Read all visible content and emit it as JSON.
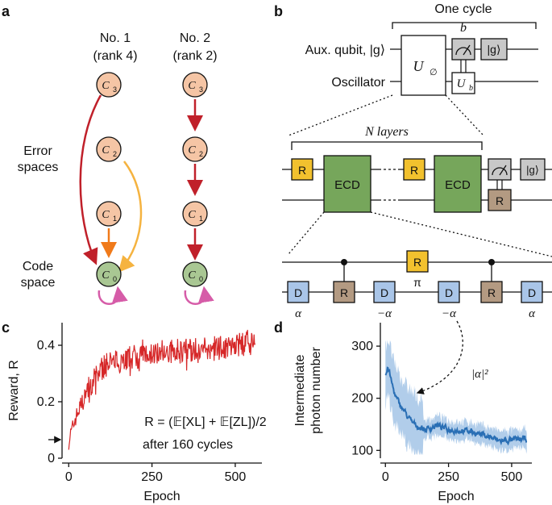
{
  "panels": {
    "a": {
      "label": "a",
      "col1_title": "No. 1",
      "col1_rank": "(rank 4)",
      "col2_title": "No. 2",
      "col2_rank": "(rank 2)",
      "error_label_1": "Error",
      "error_label_2": "spaces",
      "code_label_1": "Code",
      "code_label_2": "space",
      "nodes": [
        "C3",
        "C2",
        "C1",
        "C0"
      ],
      "colors": {
        "error_node": "#f5c5a5",
        "code_node": "#a9c793",
        "red_arrow": "#c0202a",
        "orange_arrow": "#f07a1a",
        "yellow_arrow": "#f5b340",
        "loop_arrow": "#d65ca8"
      }
    },
    "b": {
      "label": "b",
      "one_cycle": "One cycle",
      "aux_qubit": "Aux. qubit, |g⟩",
      "oscillator": "Oscillator",
      "u_theta": "U∅",
      "b_label": "b",
      "u_b": "Ub",
      "g_ket": "|g⟩",
      "n_layers": "N layers",
      "r_label": "R",
      "ecd_label": "ECD",
      "d_label": "D",
      "pi_label": "π",
      "alpha": "α",
      "neg_alpha": "−α",
      "colors": {
        "r_yellow": "#f2c12e",
        "ecd_green": "#76a65b",
        "d_blue": "#a9c5e8",
        "r_brown": "#b39a82",
        "measure_gray": "#c8c8c8"
      }
    },
    "c": {
      "label": "c",
      "formula": "R = (𝔼[XL] + 𝔼[ZL])/2",
      "after": "after 160 cycles"
    },
    "d": {
      "label": "d",
      "alpha_sq": "|α|²"
    }
  },
  "chart_data": [
    {
      "type": "line",
      "panel": "c",
      "xlabel": "Epoch",
      "ylabel": "Reward, R",
      "xlim": [
        -20,
        580
      ],
      "ylim": [
        0,
        0.48
      ],
      "xticks": [
        "0",
        "250",
        "500"
      ],
      "yticks": [
        "0",
        "0.2",
        "0.4"
      ],
      "color": "#d62728",
      "trend_x": [
        0,
        20,
        40,
        60,
        80,
        100,
        130,
        160,
        200,
        250,
        300,
        350,
        400,
        450,
        500,
        560
      ],
      "trend_y": [
        0.06,
        0.14,
        0.2,
        0.25,
        0.29,
        0.32,
        0.34,
        0.35,
        0.36,
        0.37,
        0.375,
        0.38,
        0.385,
        0.39,
        0.4,
        0.41
      ],
      "series": [
        {
          "values_description_points": 560
        }
      ]
    },
    {
      "type": "line",
      "panel": "d",
      "xlabel": "Epoch",
      "ylabel_1": "Intermediate",
      "ylabel_2": "photon number",
      "xlim": [
        -20,
        580
      ],
      "ylim": [
        85,
        345
      ],
      "xticks": [
        "0",
        "250",
        "500"
      ],
      "yticks": [
        "100",
        "200",
        "300"
      ],
      "color": "#2a6fb5",
      "band_color": "#a8c8e8",
      "trend_x": [
        0,
        10,
        20,
        40,
        60,
        80,
        100,
        130,
        160,
        200,
        250,
        300,
        350,
        400,
        450,
        500,
        560
      ],
      "trend_y": [
        245,
        260,
        235,
        200,
        185,
        170,
        155,
        145,
        140,
        148,
        140,
        138,
        135,
        128,
        118,
        120,
        122
      ]
    }
  ]
}
